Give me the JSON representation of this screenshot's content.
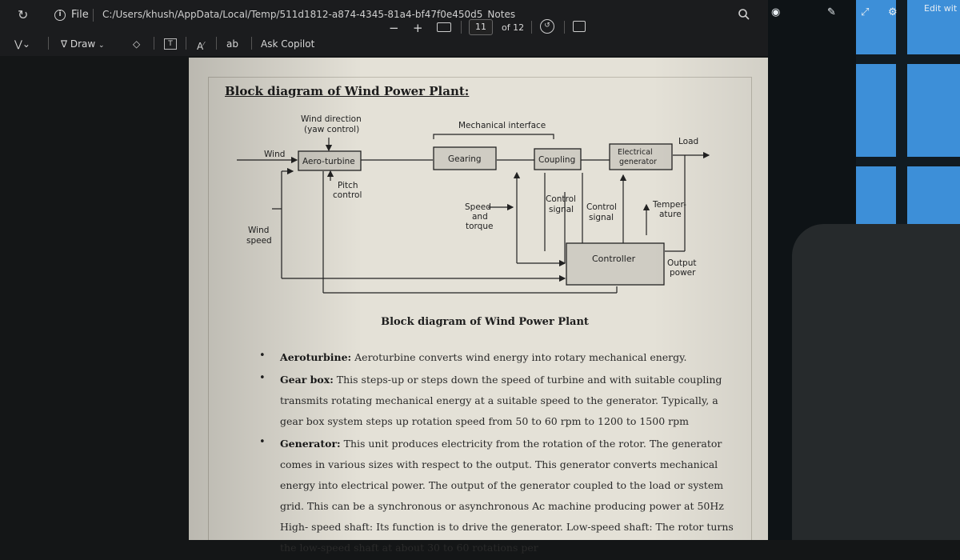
{
  "browser": {
    "file_label": "File",
    "url": "C:/Users/khush/AppData/Local/Temp/511d1812-a874-4345-81a4-bf47f0e450d5_Notes",
    "edit_label": "Edit wit"
  },
  "toolbar": {
    "draw_label": "Draw",
    "read_aloud_label": "A",
    "translate_label": "ab",
    "ask_copilot_label": "Ask Copilot",
    "zoom_out_label": "−",
    "zoom_in_label": "+",
    "page_current": "11",
    "page_total": "of 12"
  },
  "document": {
    "heading": "Block diagram of Wind Power Plant:",
    "caption": "Block diagram of Wind Power Plant",
    "diagram": {
      "wind_direction_line1": "Wind direction",
      "wind_direction_line2": "(yaw control)",
      "mechanical_interface": "Mechanical interface",
      "load": "Load",
      "wind": "Wind",
      "aero_turbine": "Aero-turbine",
      "gearing": "Gearing",
      "coupling": "Coupling",
      "electrical_generator_line1": "Electrical",
      "electrical_generator_line2": "generator",
      "pitch_control_line1": "Pitch",
      "pitch_control_line2": "control",
      "speed_torque_line1": "Speed",
      "speed_torque_line2": "and",
      "speed_torque_line3": "torque",
      "control_signal_a_line1": "Control",
      "control_signal_a_line2": "signal",
      "control_signal_b_line1": "Control",
      "control_signal_b_line2": "signal",
      "temperature_line1": "Temper-",
      "temperature_line2": "ature",
      "wind_speed_line1": "Wind",
      "wind_speed_line2": "speed",
      "controller": "Controller",
      "output_power_line1": "Output",
      "output_power_line2": "power"
    },
    "bullets": [
      {
        "term": "Aeroturbine:",
        "text": " Aeroturbine converts wind energy into rotary mechanical energy."
      },
      {
        "term": "Gear box:",
        "text": " This steps-up or steps down the speed of turbine and with suitable coupling transmits rotating mechanical energy at a suitable speed to the generator. Typically, a gear box system steps up rotation speed from 50 to 60 rpm to 1200 to 1500 rpm"
      },
      {
        "term": "Generator:",
        "text": " This unit produces electricity from the rotation of the rotor. The generator comes in various sizes with respect to the output. This generator converts mechanical energy into electrical power. The output of the generator coupled to the load or system grid. This can be a synchronous or asynchronous Ac machine producing power at 50Hz High- speed shaft: Its function is to drive the generator. Low-speed shaft: The rotor turns the low-speed shaft at about 30 to 60 rotations per"
      }
    ]
  }
}
